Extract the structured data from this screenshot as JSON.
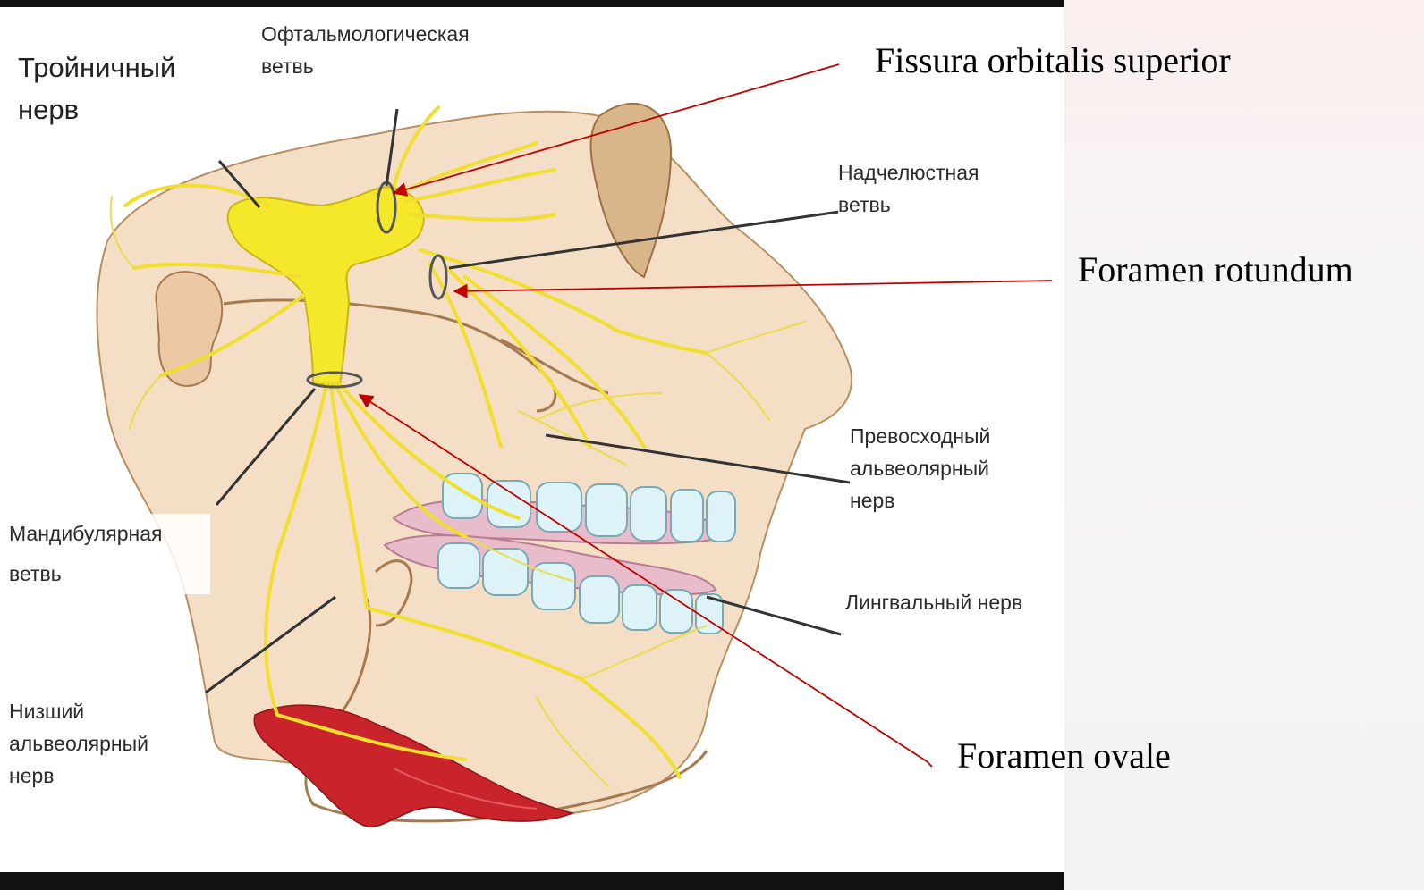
{
  "labels": {
    "trigeminal": [
      "Тройничный",
      "нерв"
    ],
    "ophthalmic": [
      "Офтальмологическая",
      "ветвь"
    ],
    "maxillary": [
      "Надчелюстная",
      "ветвь"
    ],
    "superior_alveolar": [
      "Превосходный",
      "альвеолярный",
      "нерв"
    ],
    "mandibular": [
      "Мандибулярная",
      "ветвь"
    ],
    "lingual": "Лингвальный нерв",
    "inferior_alveolar": [
      "Низший",
      "альвеолярный",
      "нерв"
    ]
  },
  "latin": {
    "fissura": "Fissura orbitalis superior",
    "rotundum": "Foramen rotundum",
    "ovale": "Foramen ovale"
  },
  "colors": {
    "nerve": "#f5e82a",
    "arrow": "#c00000",
    "bone": "#f3dcc0",
    "muscle": "#c9242b",
    "teeth": "#dff3f8",
    "gum": "#e7b7c9"
  }
}
